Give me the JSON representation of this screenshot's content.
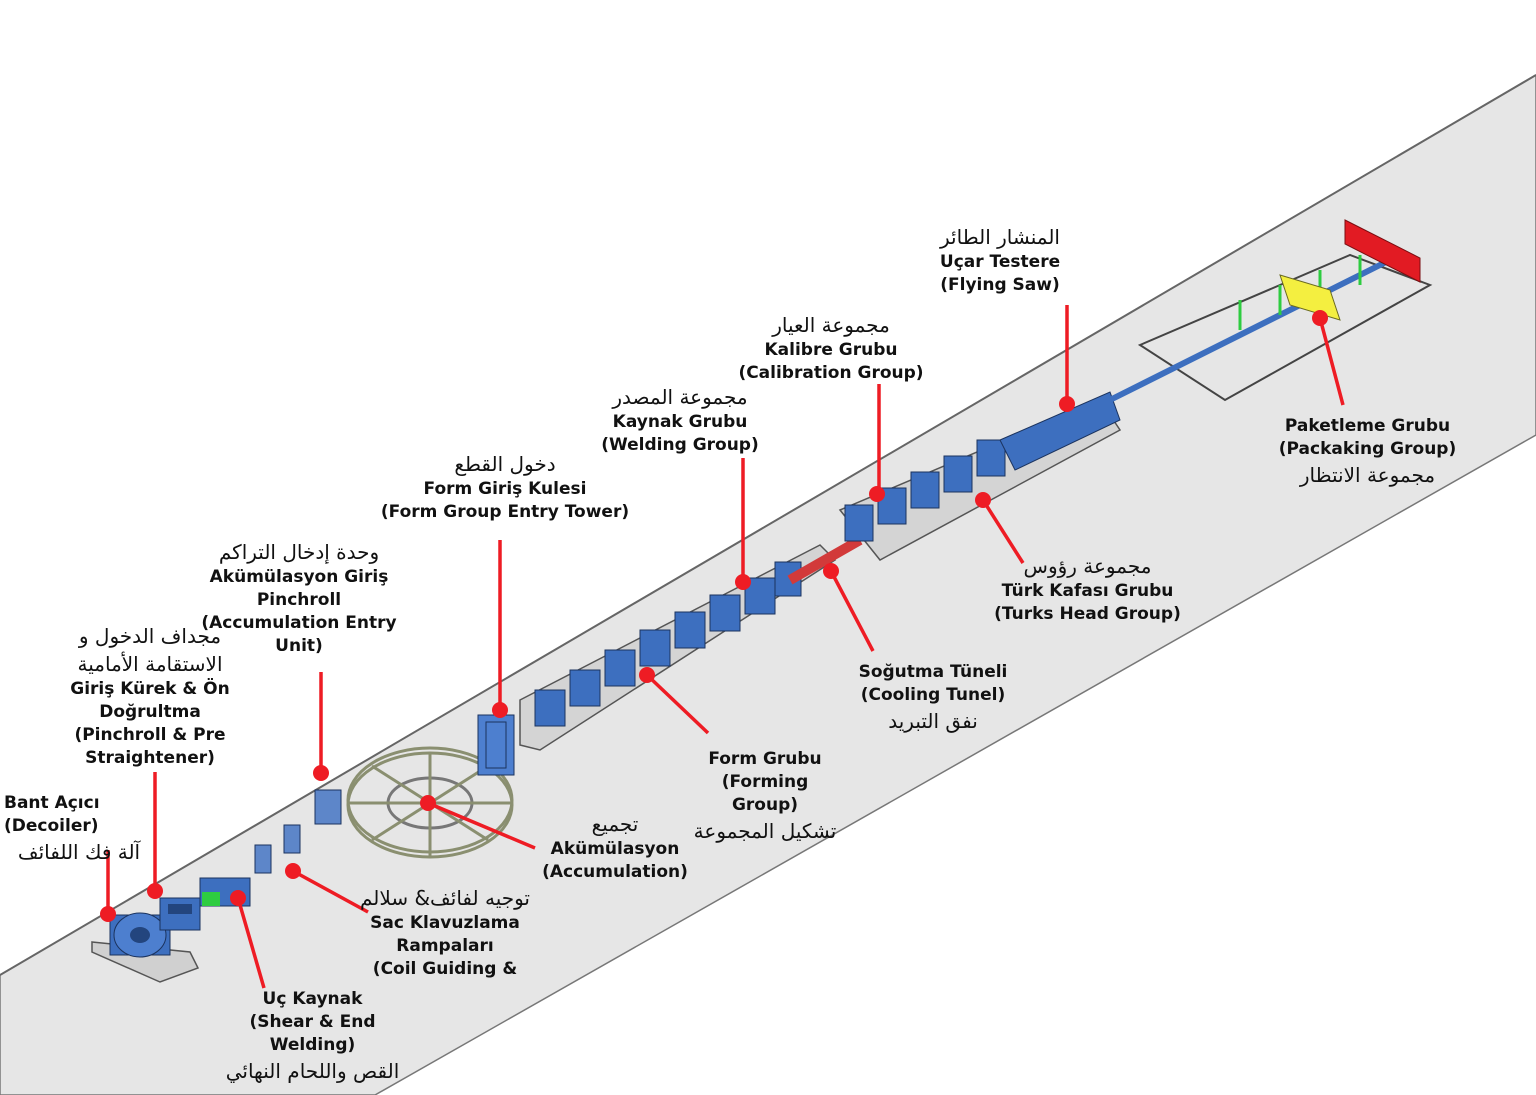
{
  "colors": {
    "floor": "#e6e6e6",
    "floor_side": "#8f8f8f",
    "machine": "#3d6fbf",
    "machine_dark": "#23457e",
    "rail": "#9ea8b3",
    "leader": "#ee1c24",
    "text": "#111111"
  },
  "labels": {
    "decoiler": {
      "tr": "Bant Açıcı",
      "en": "(Decoiler)",
      "ar": "آلة فك اللفائف"
    },
    "pinchroll": {
      "ar": "مجداف الدخول و الاستقامة الأمامية",
      "tr": "Giriş Kürek & Ön Doğrultma",
      "en": "(Pinchroll & Pre Straightener)"
    },
    "accumulation_entry": {
      "ar": "وحدة إدخال التراكم",
      "tr": "Akümülasyon Giriş Pinchroll",
      "en": "(Accumulation Entry Unit)"
    },
    "form_entry_tower": {
      "ar": "دخول القطع",
      "tr": "Form Giriş Kulesi",
      "en": "(Form Group Entry Tower)"
    },
    "welding": {
      "ar": "مجموعة المصدر",
      "tr": "Kaynak Grubu",
      "en": "(Welding Group)"
    },
    "calibration": {
      "ar": "مجموعة العيار",
      "tr": "Kalibre Grubu",
      "en": "(Calibration Group)"
    },
    "flying_saw": {
      "ar": "المنشار الطائر",
      "tr": "Uçar Testere",
      "en": "(Flying Saw)"
    },
    "packaking": {
      "tr": "Paketleme Grubu",
      "en": "(Packaking Group)",
      "ar": "مجموعة الانتظار"
    },
    "turks_head": {
      "ar": "مجموعة رؤوس",
      "tr": "Türk Kafası Grubu",
      "en": "(Turks Head Group)"
    },
    "cooling": {
      "tr": "Soğutma Tüneli",
      "en": "(Cooling Tunel)",
      "ar": "نفق التبريد"
    },
    "forming": {
      "tr": "Form Grubu",
      "en": "(Forming Group)",
      "ar": "تشكيل المجموعة"
    },
    "accumulation": {
      "ar": "تجميع",
      "tr": "Akümülasyon",
      "en": "(Accumulation)"
    },
    "coil_guiding": {
      "ar": "توجيه لفائف& سلالم",
      "tr": "Sac Klavuzlama Rampaları",
      "en": "(Coil Guiding &"
    },
    "shear_welding": {
      "tr": "Uç Kaynak",
      "en": "(Shear & End Welding)",
      "ar": "القص واللحام النهائي"
    }
  }
}
